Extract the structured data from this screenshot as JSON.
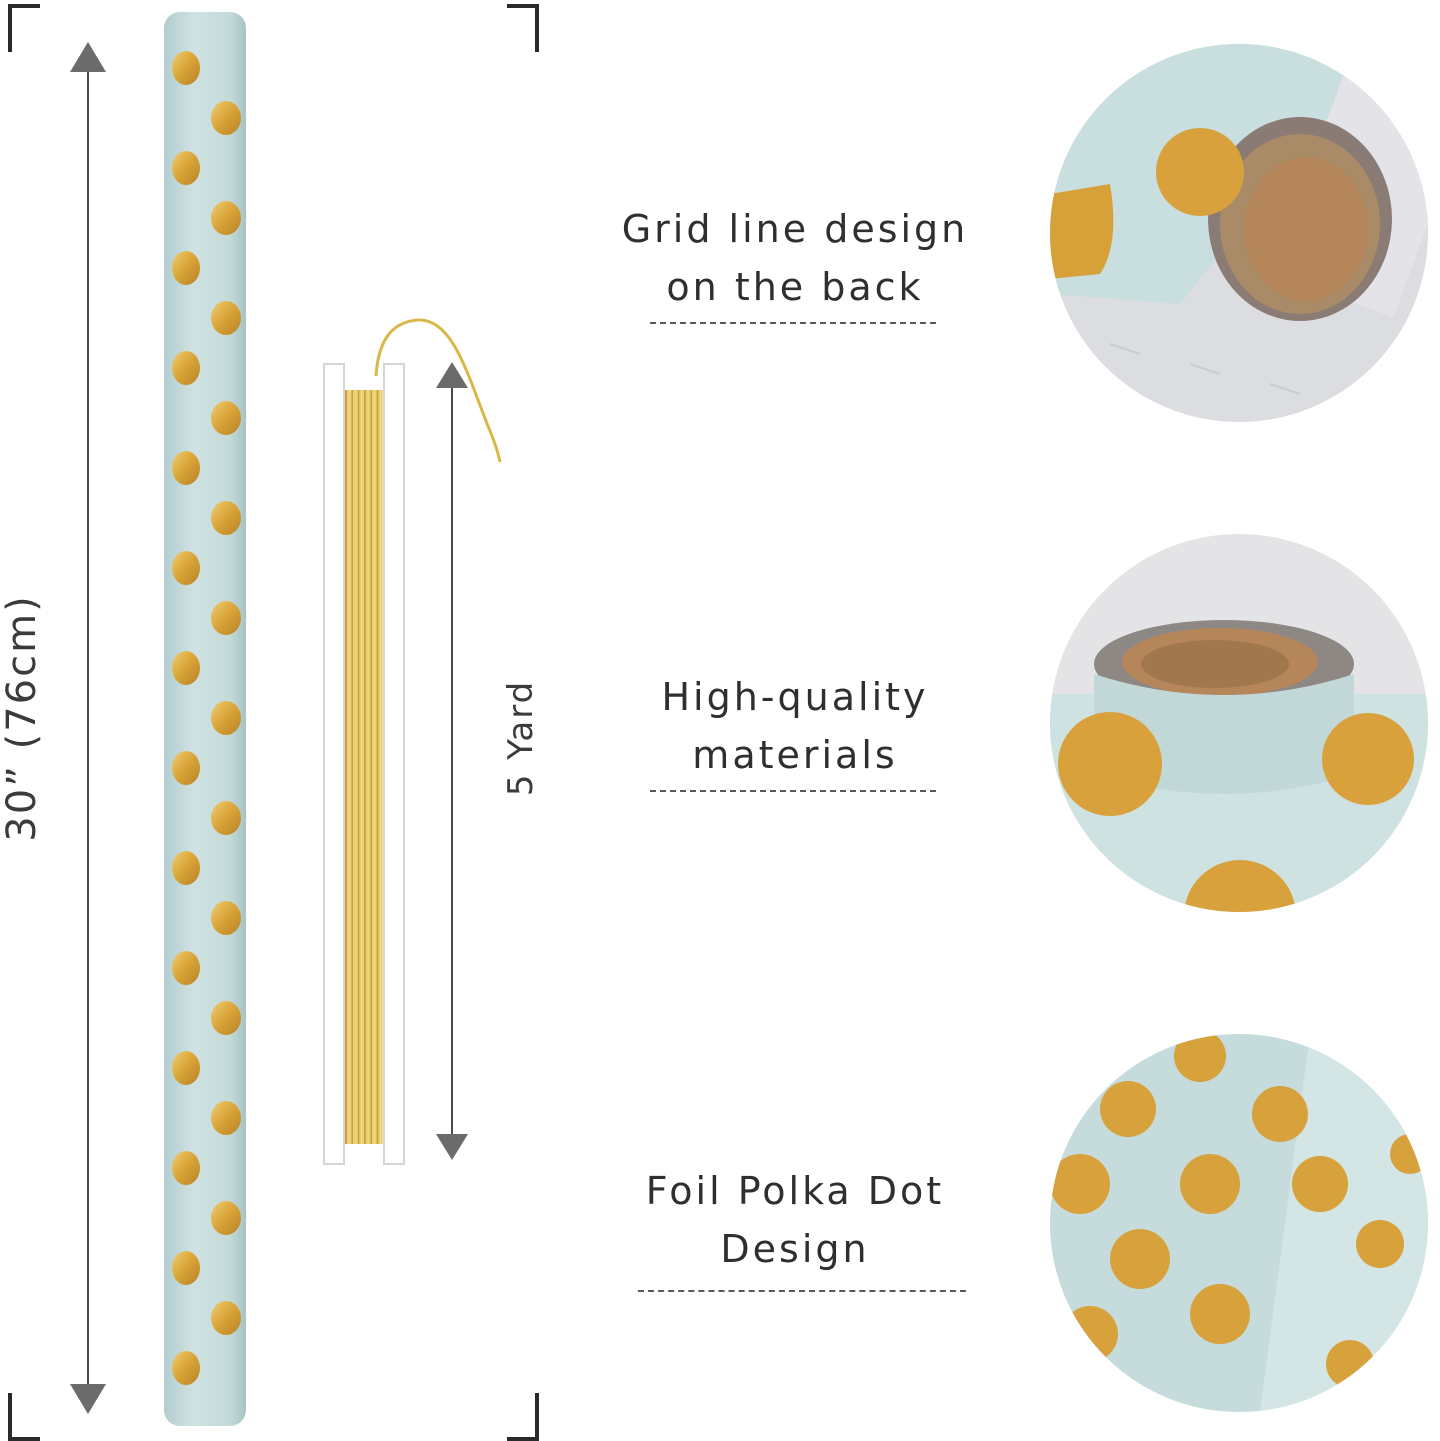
{
  "dimensions": {
    "roll_length": "30” (76cm)",
    "ribbon_length": "5 Yard"
  },
  "features": [
    {
      "line1": "Grid line design",
      "line2": "on the back"
    },
    {
      "line1": "High-quality",
      "line2": "materials"
    },
    {
      "line1": "Foil Polka Dot",
      "line2": "Design"
    }
  ],
  "colors": {
    "paper": "#c7dcdc",
    "gold": "#d9a43a",
    "ribbon": "#e7c45a",
    "arrow": "#6b6b6b",
    "text": "#2f2f2f"
  },
  "icons": [
    "dimension-arrow-icon",
    "corner-bracket-icon"
  ]
}
